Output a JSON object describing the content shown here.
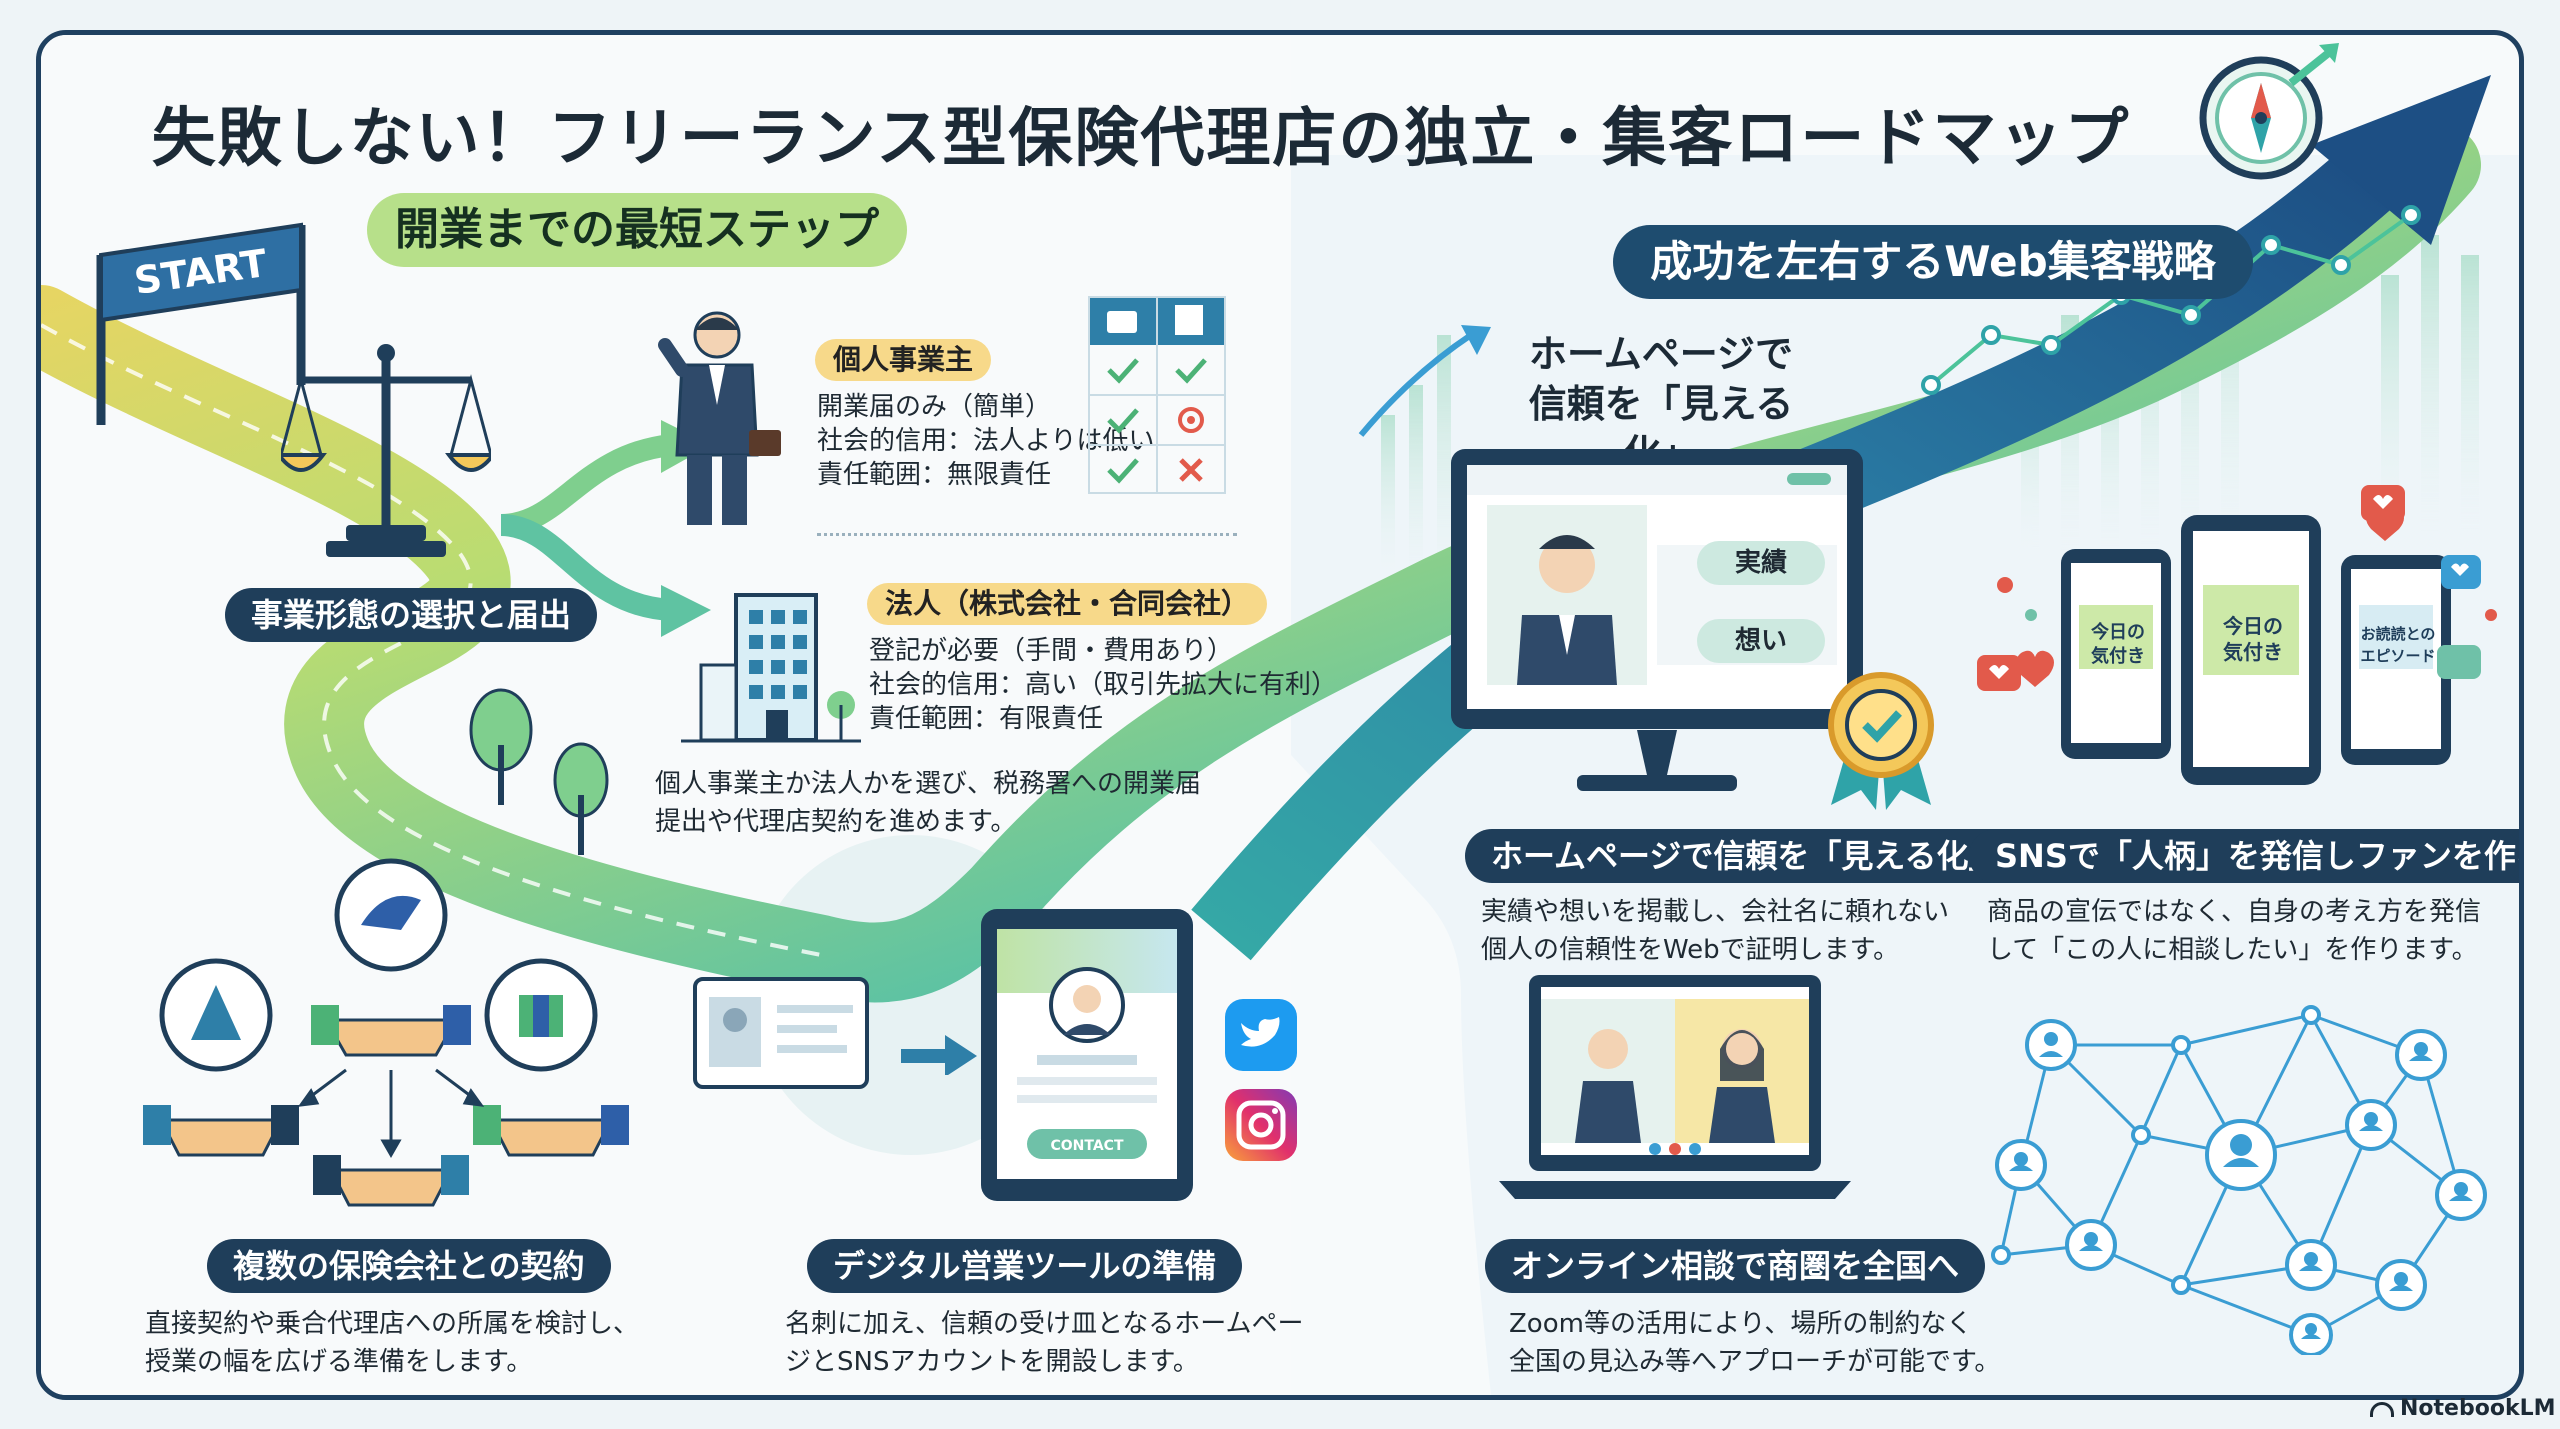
{
  "title": "失敗しない！フリーランス型保険代理店の独立・集客ロードマップ",
  "left_section": {
    "heading": "開業までの最短ステップ",
    "start_sign": "START",
    "step1": {
      "label": "事業形態の選択と届出",
      "sole": {
        "tag": "個人事業主",
        "lines": [
          "開業届のみ（簡単）",
          "社会的信用：法人よりは低い",
          "責任範囲：無限責任"
        ]
      },
      "corp": {
        "tag": "法人（株式会社・合同会社）",
        "lines": [
          "登記が必要（手間・費用あり）",
          "社会的信用：高い（取引先拡大に有利）",
          "責任範囲：有限責任"
        ]
      },
      "desc": [
        "個人事業主か法人かを選び、税務署への開業届",
        "提出や代理店契約を進めます。"
      ]
    },
    "step2": {
      "label": "複数の保険会社との契約",
      "desc": [
        "直接契約や乗合代理店への所属を検討し、",
        "授業の幅を広げる準備をします。"
      ]
    },
    "step3": {
      "label": "デジタル営業ツールの準備",
      "contact_button": "CONTACT",
      "desc": [
        "名刺に加え、信頼の受け皿となるホームペー",
        "ジとSNSアカウントを開設します。"
      ]
    }
  },
  "right_section": {
    "heading": "成功を左右するWeb集客戦略",
    "web": {
      "caption_lines": [
        "ホームページで",
        "信頼を「見える化」"
      ],
      "bubble1": "実績",
      "bubble2": "想い",
      "label": "ホームページで信頼を「見える化」",
      "desc": [
        "実績や想いを掲載し、会社名に頼れない",
        "個人の信頼性をWebで証明します。"
      ]
    },
    "sns": {
      "phone_cards": [
        "今日の\n気付き",
        "今日の\n気付き",
        "お読読との\nエピソード"
      ],
      "label": "SNSで「人柄」を発信しファンを作る",
      "desc": [
        "商品の宣伝ではなく、自身の考え方を発信",
        "して「この人に相談したい」を作ります。"
      ]
    },
    "online": {
      "label": "オンライン相談で商圏を全国へ",
      "desc": [
        "Zoom等の活用により、場所の制約なく",
        "全国の見込み等へアプローチが可能です。"
      ]
    }
  },
  "watermark": "NotebookLM",
  "colors": {
    "navy": "#1f3e5a",
    "green_pill": "#b7e08a",
    "yellow_tag": "#f7d98a",
    "road_green": "#b9dc72",
    "road_teal": "#2fa3a8",
    "arrow_blue": "#1d4f84"
  },
  "icons": [
    "compass-icon",
    "scales-icon",
    "businessman-icon",
    "building-icon",
    "checkmark-icon",
    "cross-icon",
    "handshake-icon",
    "twitter-icon",
    "instagram-icon",
    "heart-icon",
    "network-icon",
    "ribbon-badge-icon",
    "laptop-icon",
    "monitor-icon",
    "tablet-icon",
    "smartphone-icon",
    "tree-icon",
    "business-card-icon"
  ]
}
